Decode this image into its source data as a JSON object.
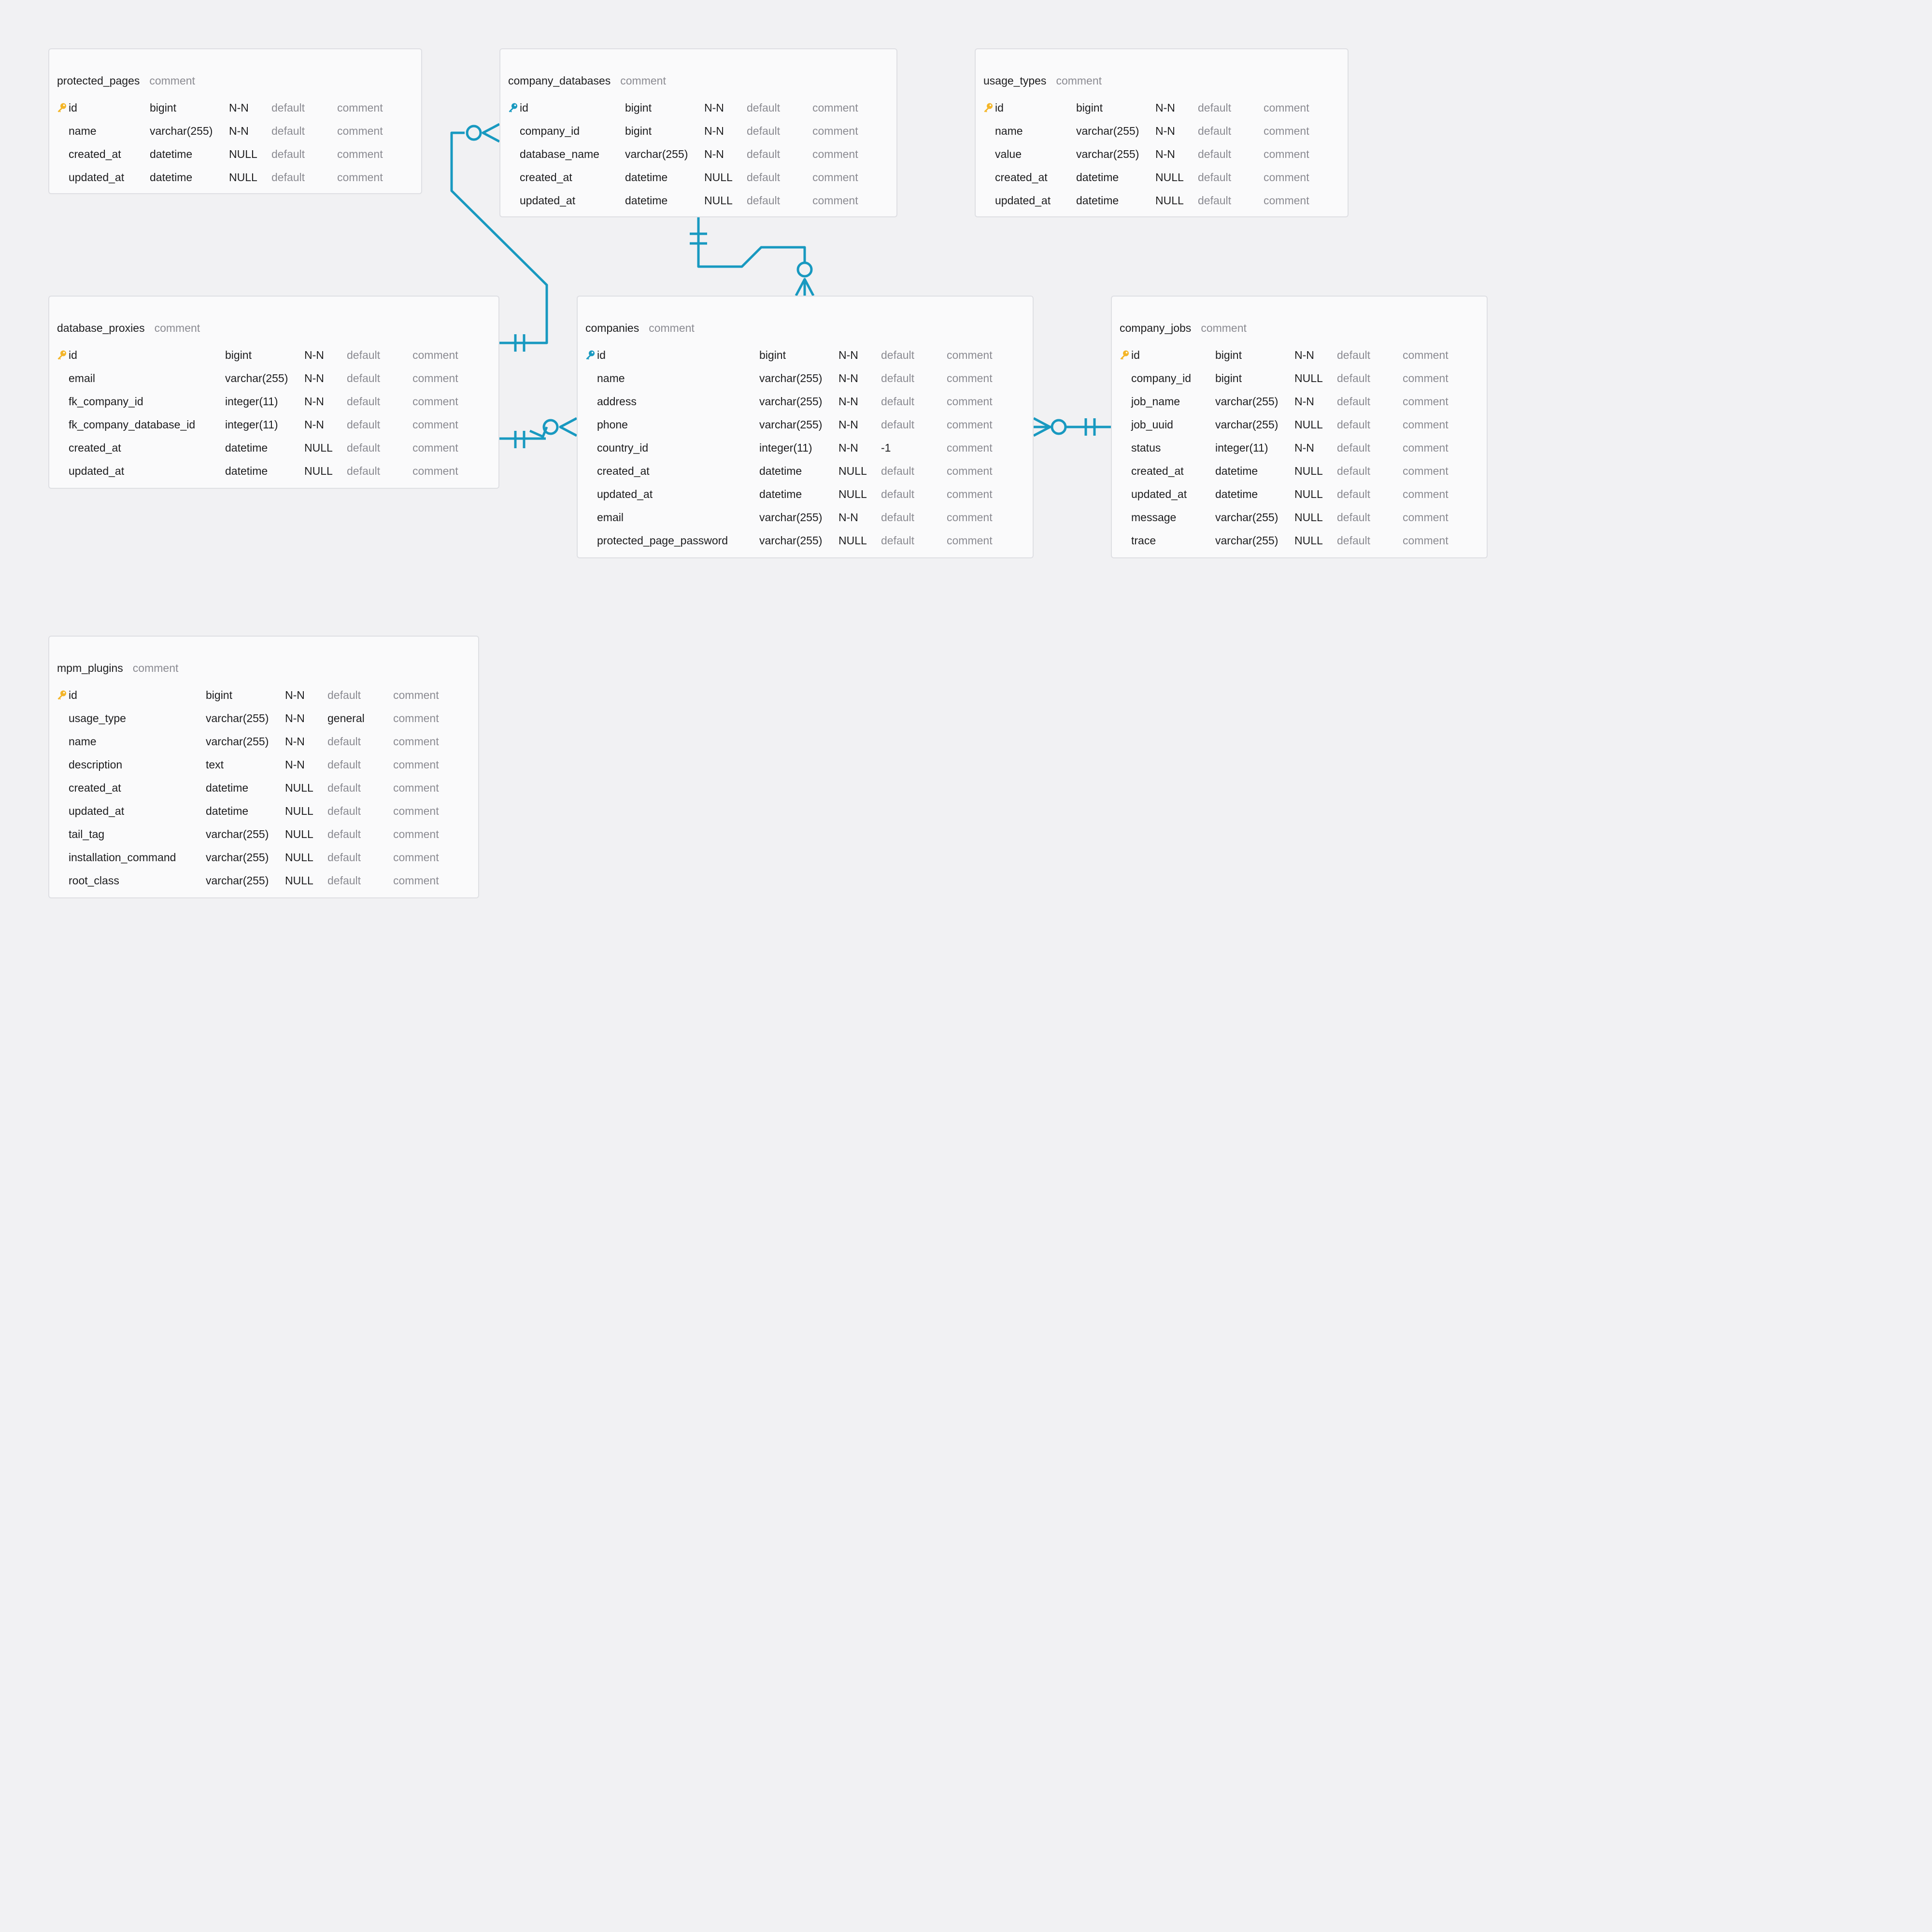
{
  "colors": {
    "background": "#f1f1f3",
    "card": "#fafafb",
    "card_border": "#dedfe3",
    "text": "#1d1d1f",
    "muted_text": "#8b8b92",
    "relation": "#1899c0",
    "pk_key_gold": "#f4b527",
    "pk_key_blue": "#1899c0"
  },
  "tables": [
    {
      "id": "protected_pages",
      "name": "protected_pages",
      "comment": "comment",
      "key_icon": "key-icon-gold",
      "columns": [
        {
          "name": "id",
          "type": "bigint",
          "nullable": "N-N",
          "default": "default",
          "comment": "comment",
          "pk": true
        },
        {
          "name": "name",
          "type": "varchar(255)",
          "nullable": "N-N",
          "default": "default",
          "comment": "comment"
        },
        {
          "name": "created_at",
          "type": "datetime",
          "nullable": "NULL",
          "default": "default",
          "comment": "comment"
        },
        {
          "name": "updated_at",
          "type": "datetime",
          "nullable": "NULL",
          "default": "default",
          "comment": "comment"
        }
      ]
    },
    {
      "id": "company_databases",
      "name": "company_databases",
      "comment": "comment",
      "key_icon": "key-icon-blue",
      "columns": [
        {
          "name": "id",
          "type": "bigint",
          "nullable": "N-N",
          "default": "default",
          "comment": "comment",
          "pk": true
        },
        {
          "name": "company_id",
          "type": "bigint",
          "nullable": "N-N",
          "default": "default",
          "comment": "comment"
        },
        {
          "name": "database_name",
          "type": "varchar(255)",
          "nullable": "N-N",
          "default": "default",
          "comment": "comment"
        },
        {
          "name": "created_at",
          "type": "datetime",
          "nullable": "NULL",
          "default": "default",
          "comment": "comment"
        },
        {
          "name": "updated_at",
          "type": "datetime",
          "nullable": "NULL",
          "default": "default",
          "comment": "comment"
        }
      ]
    },
    {
      "id": "usage_types",
      "name": "usage_types",
      "comment": "comment",
      "key_icon": "key-icon-gold",
      "columns": [
        {
          "name": "id",
          "type": "bigint",
          "nullable": "N-N",
          "default": "default",
          "comment": "comment",
          "pk": true
        },
        {
          "name": "name",
          "type": "varchar(255)",
          "nullable": "N-N",
          "default": "default",
          "comment": "comment"
        },
        {
          "name": "value",
          "type": "varchar(255)",
          "nullable": "N-N",
          "default": "default",
          "comment": "comment"
        },
        {
          "name": "created_at",
          "type": "datetime",
          "nullable": "NULL",
          "default": "default",
          "comment": "comment"
        },
        {
          "name": "updated_at",
          "type": "datetime",
          "nullable": "NULL",
          "default": "default",
          "comment": "comment"
        }
      ]
    },
    {
      "id": "database_proxies",
      "name": "database_proxies",
      "comment": "comment",
      "key_icon": "key-icon-gold",
      "columns": [
        {
          "name": "id",
          "type": "bigint",
          "nullable": "N-N",
          "default": "default",
          "comment": "comment",
          "pk": true
        },
        {
          "name": "email",
          "type": "varchar(255)",
          "nullable": "N-N",
          "default": "default",
          "comment": "comment"
        },
        {
          "name": "fk_company_id",
          "type": "integer(11)",
          "nullable": "N-N",
          "default": "default",
          "comment": "comment"
        },
        {
          "name": "fk_company_database_id",
          "type": "integer(11)",
          "nullable": "N-N",
          "default": "default",
          "comment": "comment"
        },
        {
          "name": "created_at",
          "type": "datetime",
          "nullable": "NULL",
          "default": "default",
          "comment": "comment"
        },
        {
          "name": "updated_at",
          "type": "datetime",
          "nullable": "NULL",
          "default": "default",
          "comment": "comment"
        }
      ]
    },
    {
      "id": "companies",
      "name": "companies",
      "comment": "comment",
      "key_icon": "key-icon-blue",
      "columns": [
        {
          "name": "id",
          "type": "bigint",
          "nullable": "N-N",
          "default": "default",
          "comment": "comment",
          "pk": true
        },
        {
          "name": "name",
          "type": "varchar(255)",
          "nullable": "N-N",
          "default": "default",
          "comment": "comment"
        },
        {
          "name": "address",
          "type": "varchar(255)",
          "nullable": "N-N",
          "default": "default",
          "comment": "comment"
        },
        {
          "name": "phone",
          "type": "varchar(255)",
          "nullable": "N-N",
          "default": "default",
          "comment": "comment"
        },
        {
          "name": "country_id",
          "type": "integer(11)",
          "nullable": "N-N",
          "default": "-1",
          "comment": "comment"
        },
        {
          "name": "created_at",
          "type": "datetime",
          "nullable": "NULL",
          "default": "default",
          "comment": "comment"
        },
        {
          "name": "updated_at",
          "type": "datetime",
          "nullable": "NULL",
          "default": "default",
          "comment": "comment"
        },
        {
          "name": "email",
          "type": "varchar(255)",
          "nullable": "N-N",
          "default": "default",
          "comment": "comment"
        },
        {
          "name": "protected_page_password",
          "type": "varchar(255)",
          "nullable": "NULL",
          "default": "default",
          "comment": "comment"
        }
      ]
    },
    {
      "id": "company_jobs",
      "name": "company_jobs",
      "comment": "comment",
      "key_icon": "key-icon-gold",
      "columns": [
        {
          "name": "id",
          "type": "bigint",
          "nullable": "N-N",
          "default": "default",
          "comment": "comment",
          "pk": true
        },
        {
          "name": "company_id",
          "type": "bigint",
          "nullable": "NULL",
          "default": "default",
          "comment": "comment"
        },
        {
          "name": "job_name",
          "type": "varchar(255)",
          "nullable": "N-N",
          "default": "default",
          "comment": "comment"
        },
        {
          "name": "job_uuid",
          "type": "varchar(255)",
          "nullable": "NULL",
          "default": "default",
          "comment": "comment"
        },
        {
          "name": "status",
          "type": "integer(11)",
          "nullable": "N-N",
          "default": "default",
          "comment": "comment"
        },
        {
          "name": "created_at",
          "type": "datetime",
          "nullable": "NULL",
          "default": "default",
          "comment": "comment"
        },
        {
          "name": "updated_at",
          "type": "datetime",
          "nullable": "NULL",
          "default": "default",
          "comment": "comment"
        },
        {
          "name": "message",
          "type": "varchar(255)",
          "nullable": "NULL",
          "default": "default",
          "comment": "comment"
        },
        {
          "name": "trace",
          "type": "varchar(255)",
          "nullable": "NULL",
          "default": "default",
          "comment": "comment"
        }
      ]
    },
    {
      "id": "mpm_plugins",
      "name": "mpm_plugins",
      "comment": "comment",
      "key_icon": "key-icon-gold",
      "columns": [
        {
          "name": "id",
          "type": "bigint",
          "nullable": "N-N",
          "default": "default",
          "comment": "comment",
          "pk": true
        },
        {
          "name": "usage_type",
          "type": "varchar(255)",
          "nullable": "N-N",
          "default": "general",
          "comment": "comment"
        },
        {
          "name": "name",
          "type": "varchar(255)",
          "nullable": "N-N",
          "default": "default",
          "comment": "comment"
        },
        {
          "name": "description",
          "type": "text",
          "nullable": "N-N",
          "default": "default",
          "comment": "comment"
        },
        {
          "name": "created_at",
          "type": "datetime",
          "nullable": "NULL",
          "default": "default",
          "comment": "comment"
        },
        {
          "name": "updated_at",
          "type": "datetime",
          "nullable": "NULL",
          "default": "default",
          "comment": "comment"
        },
        {
          "name": "tail_tag",
          "type": "varchar(255)",
          "nullable": "NULL",
          "default": "default",
          "comment": "comment"
        },
        {
          "name": "installation_command",
          "type": "varchar(255)",
          "nullable": "NULL",
          "default": "default",
          "comment": "comment"
        },
        {
          "name": "root_class",
          "type": "varchar(255)",
          "nullable": "NULL",
          "default": "default",
          "comment": "comment"
        }
      ]
    }
  ],
  "relations": [
    {
      "from": "database_proxies",
      "to": "company_databases",
      "from_end": "one-and-only-one",
      "to_end": "zero-or-many"
    },
    {
      "from": "company_databases",
      "to": "companies",
      "from_end": "one-and-only-one",
      "to_end": "zero-or-many"
    },
    {
      "from": "database_proxies",
      "to": "companies",
      "from_end": "one-and-only-one",
      "to_end": "zero-or-many"
    },
    {
      "from": "company_jobs",
      "to": "companies",
      "from_end": "one-and-only-one",
      "to_end": "zero-or-many"
    }
  ]
}
